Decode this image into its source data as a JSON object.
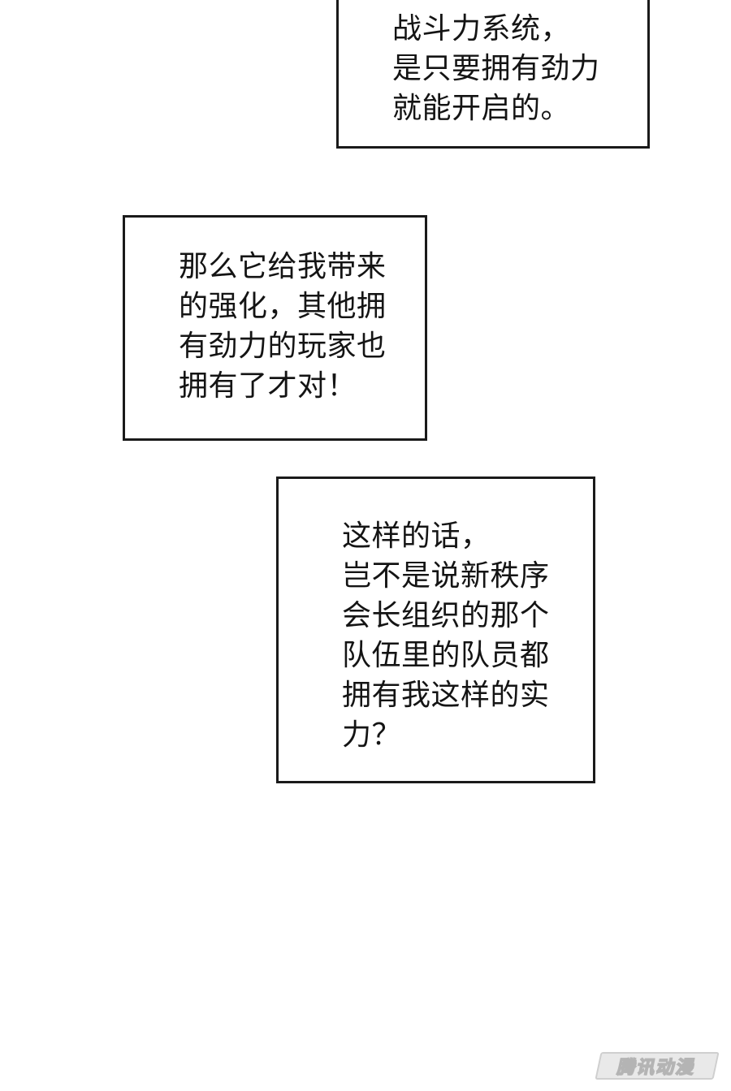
{
  "captions": [
    {
      "lines": [
        "战斗力系统，",
        "是只要拥有劲力",
        "就能开启的。"
      ]
    },
    {
      "lines": [
        "那么它给我带来",
        "的强化，其他拥",
        "有劲力的玩家也",
        "拥有了才对！"
      ]
    },
    {
      "lines": [
        "这样的话，",
        "岂不是说新秩序",
        "会长组织的那个",
        "队伍里的队员都",
        "拥有我这样的实",
        "力？"
      ]
    }
  ],
  "watermark": {
    "text": "腾讯动漫"
  }
}
